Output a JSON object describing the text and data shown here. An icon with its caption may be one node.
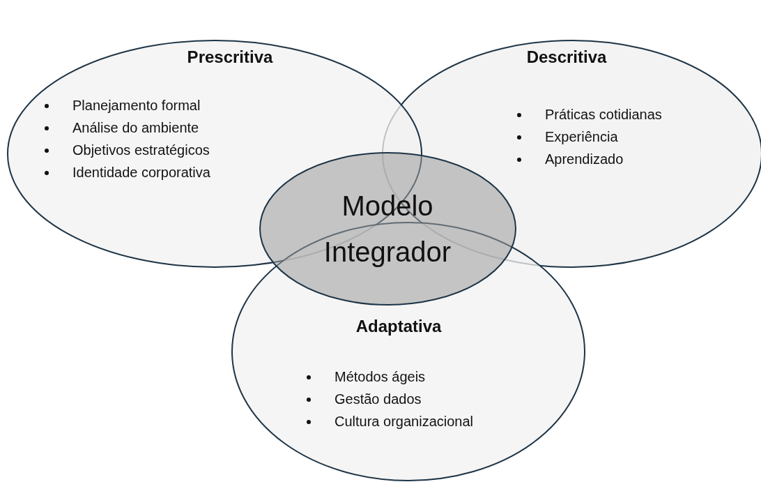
{
  "diagram": {
    "nodes": [
      {
        "text": [
          "Prescritiva",
          "Planejamento formal",
          "Análise do ambiente",
          "Objetivos estratégicos",
          "Identidade corporativa"
        ]
      },
      {
        "text": [
          "Descritiva",
          "Práticas cotidianas",
          "Experiência",
          "Aprendizado"
        ]
      },
      {
        "text": [
          "Modelo Integrador"
        ]
      },
      {
        "text": [
          "Adaptativa",
          "Métodos ágeis",
          "Gestão dados",
          "Cultura organizacional"
        ]
      }
    ]
  }
}
